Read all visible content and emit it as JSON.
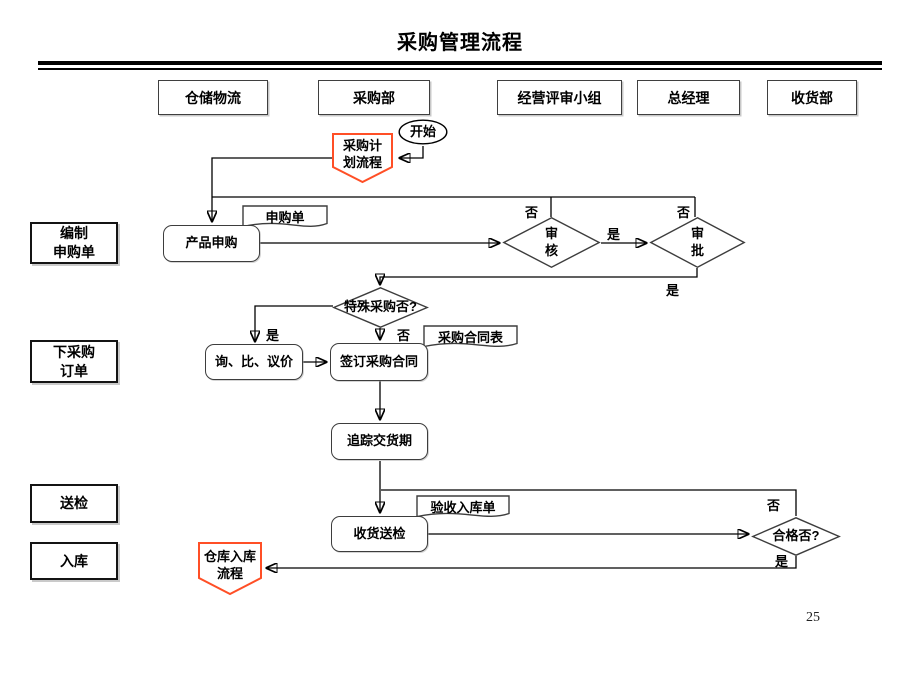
{
  "title": "采购管理流程",
  "page_number": "25",
  "accent_color": "#ff4f26",
  "lanes": [
    "仓储物流",
    "采购部",
    "经营评审小组",
    "总经理",
    "收货部"
  ],
  "side_labels": [
    "编制\n申购单",
    "下采购\n订单",
    "送检",
    "入库"
  ],
  "nodes": {
    "start": "开始",
    "purchase_plan": "采购计\n划流程",
    "request_doc": "申购单",
    "product_request": "产品申购",
    "review": "审\n核",
    "approve": "审\n批",
    "special": "特殊采购否?",
    "inquiry": "询、比、议价",
    "sign_contract": "签订采购合同",
    "contract_doc": "采购合同表",
    "track_delivery": "追踪交货期",
    "receipt_doc": "验收入库单",
    "receive_inspect": "收货送检",
    "qualified": "合格否?",
    "warehouse_flow": "仓库入库\n流程"
  },
  "edge_labels": {
    "review_no": "否",
    "approve_no": "否",
    "review_yes": "是",
    "approve_yes": "是",
    "special_yes": "是",
    "special_no": "否",
    "qualified_no": "否",
    "qualified_yes": "是"
  }
}
